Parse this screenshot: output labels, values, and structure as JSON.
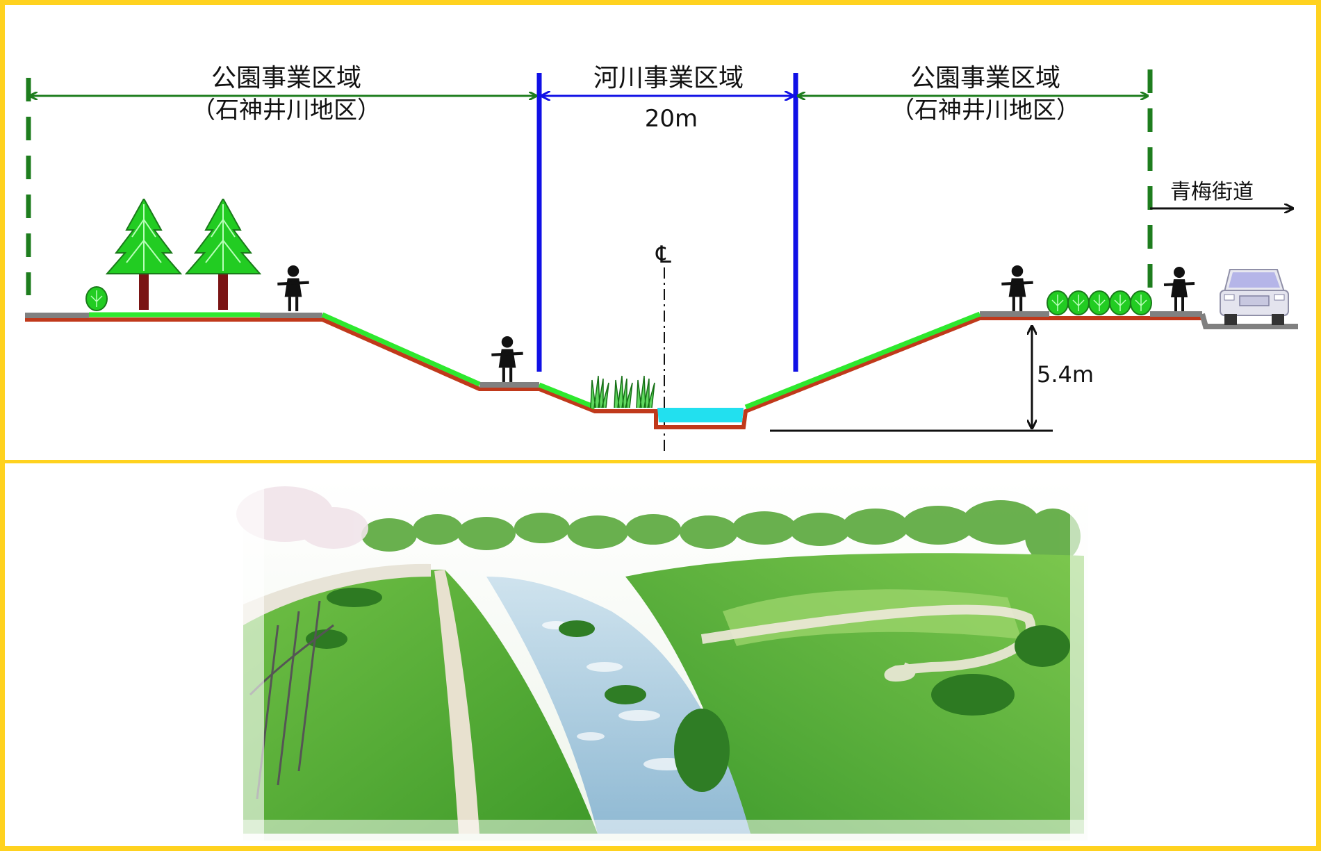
{
  "diagram": {
    "left_zone": {
      "title": "公園事業区域",
      "subtitle": "（石神井川地区）"
    },
    "center_zone": {
      "title": "河川事業区域",
      "width_label": "20m"
    },
    "right_zone": {
      "title": "公園事業区域",
      "subtitle": "（石神井川地区）"
    },
    "road_label": "青梅街道",
    "centerline_symbol": "℄",
    "depth_label": "5.4m"
  },
  "colors": {
    "border": "#ffd21f",
    "park_arrow": "#1e7d1e",
    "river_arrow": "#1010e6",
    "grass": "#2ee82e",
    "soil": "#c0391b",
    "water": "#22e0ef",
    "tree": "#22cc22",
    "trunk": "#7a1414"
  },
  "icons": [
    "tree-icon",
    "bush-icon",
    "person-icon",
    "reed-icon",
    "car-icon"
  ],
  "illustration": {
    "description_icon": "river-park-illustration"
  }
}
